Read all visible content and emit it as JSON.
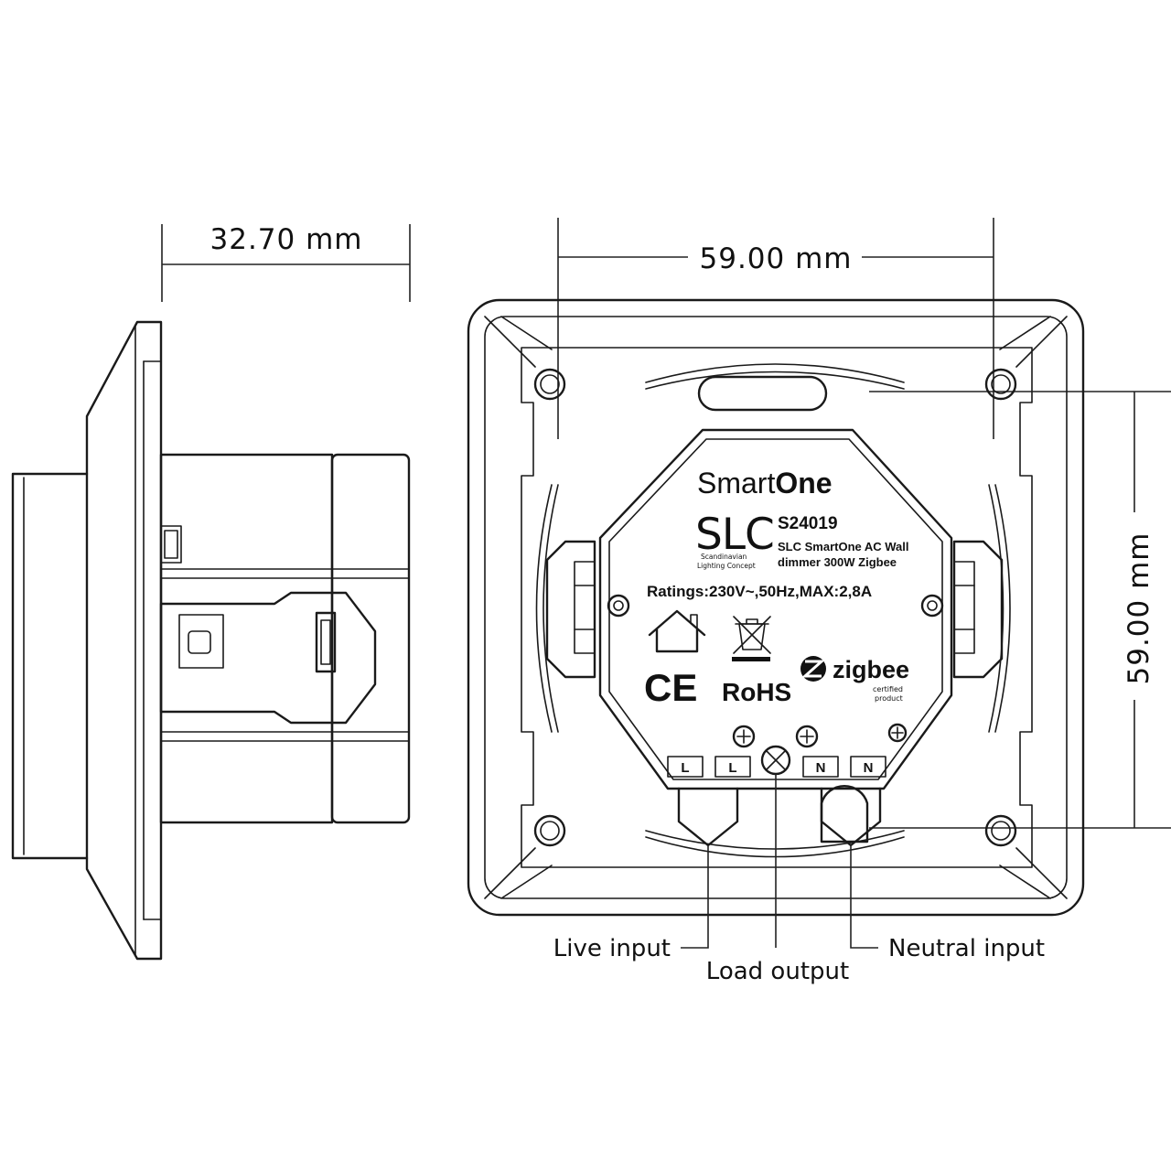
{
  "dimensions": {
    "depth": "32.70 mm",
    "width": "59.00 mm",
    "height": "59.00 mm"
  },
  "module_label": {
    "brand_light": "Smart",
    "brand_bold": "One",
    "logo_text": "SLC",
    "logo_sub1": "Scandinavian",
    "logo_sub2": "Lighting Concept",
    "model": "S24019",
    "desc_line1": "SLC SmartOne AC Wall",
    "desc_line2": "dimmer 300W Zigbee",
    "ratings": "Ratings:230V~,50Hz,MAX:2,8A",
    "ce": "CE",
    "rohs": "RoHS",
    "zigbee": "zigbee",
    "zigbee_sub1": "certified",
    "zigbee_sub2": "product"
  },
  "terminals": [
    "L",
    "L",
    "N",
    "N"
  ],
  "callouts": {
    "live": "Live input",
    "load": "Load output",
    "neutral": "Neutral input"
  },
  "icons": [
    "house-icon",
    "weee-bin-icon",
    "ce-mark",
    "zigbee-logo",
    "screw-icon",
    "lamp-symbol"
  ]
}
